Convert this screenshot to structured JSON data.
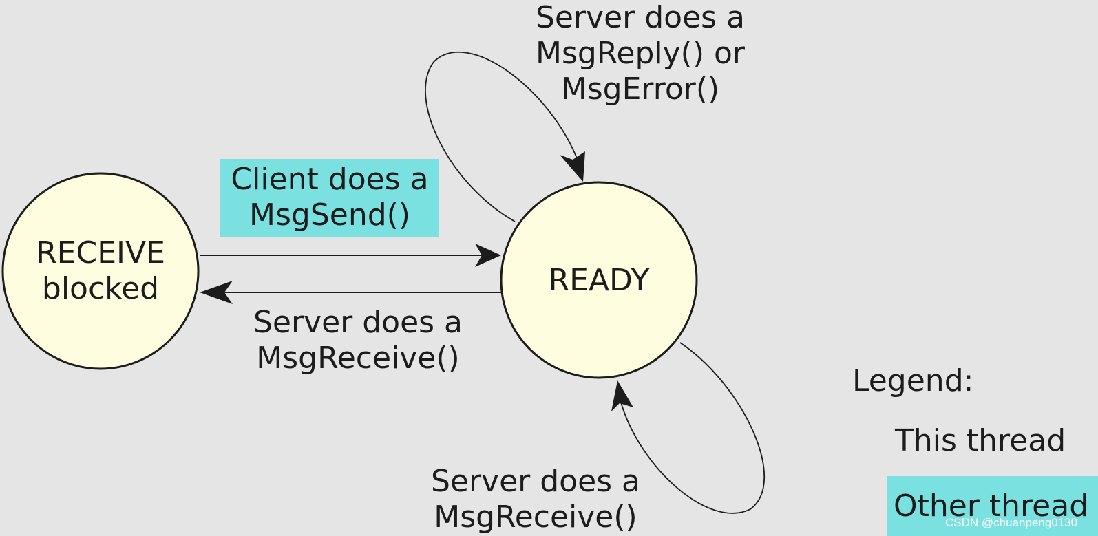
{
  "states": {
    "receive_blocked": {
      "line1": "RECEIVE",
      "line2": "blocked"
    },
    "ready": {
      "label": "READY"
    }
  },
  "transitions": {
    "msgsend": {
      "line1": "Client does a",
      "line2": "MsgSend()"
    },
    "msgreceive_back": {
      "line1": "Server does a",
      "line2": "MsgReceive()"
    },
    "reply_loop": {
      "line1": "Server does a",
      "line2": "MsgReply() or",
      "line3": "MsgError()"
    },
    "receive_loop": {
      "line1": "Server does a",
      "line2": "MsgReceive()"
    }
  },
  "legend": {
    "title": "Legend:",
    "this_thread": "This thread",
    "other_thread": "Other thread"
  },
  "watermark": "CSDN @chuanpeng0130",
  "colors": {
    "background": "#e5e5e5",
    "state_fill": "#fffde0",
    "highlight": "#7ae0e0",
    "stroke": "#1c1c1c"
  }
}
